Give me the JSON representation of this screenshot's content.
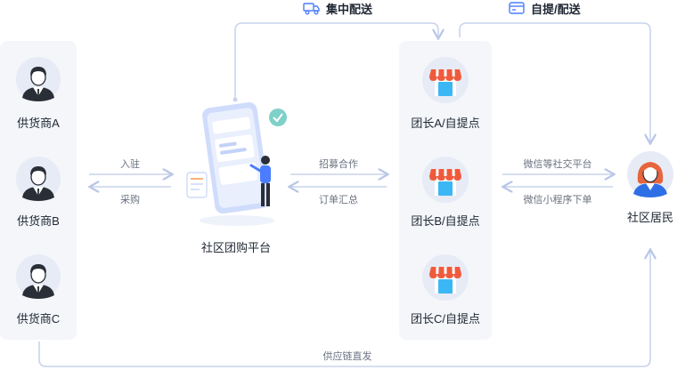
{
  "suppliers": [
    {
      "label": "供货商A"
    },
    {
      "label": "供货商B"
    },
    {
      "label": "供货商C"
    }
  ],
  "platform": {
    "label": "社区团购平台"
  },
  "leaders": [
    {
      "label": "团长A/自提点"
    },
    {
      "label": "团长B/自提点"
    },
    {
      "label": "团长C/自提点"
    }
  ],
  "resident": {
    "label": "社区居民"
  },
  "edges": {
    "enter": "入驻",
    "purchase": "采购",
    "recruit": "招募合作",
    "orders": "订单汇总",
    "social": "微信等社交平台",
    "miniprogram": "微信小程序下单",
    "supply_chain": "供应链直发"
  },
  "top": {
    "central_delivery": "集中配送",
    "pickup_delivery": "自提/配送"
  },
  "colors": {
    "line": "#c8d3ec",
    "accent_blue": "#4a7dff",
    "store_red": "#f05a3c",
    "panel": "#f4f6fa",
    "avatar_bg": "#e6ebf5"
  }
}
